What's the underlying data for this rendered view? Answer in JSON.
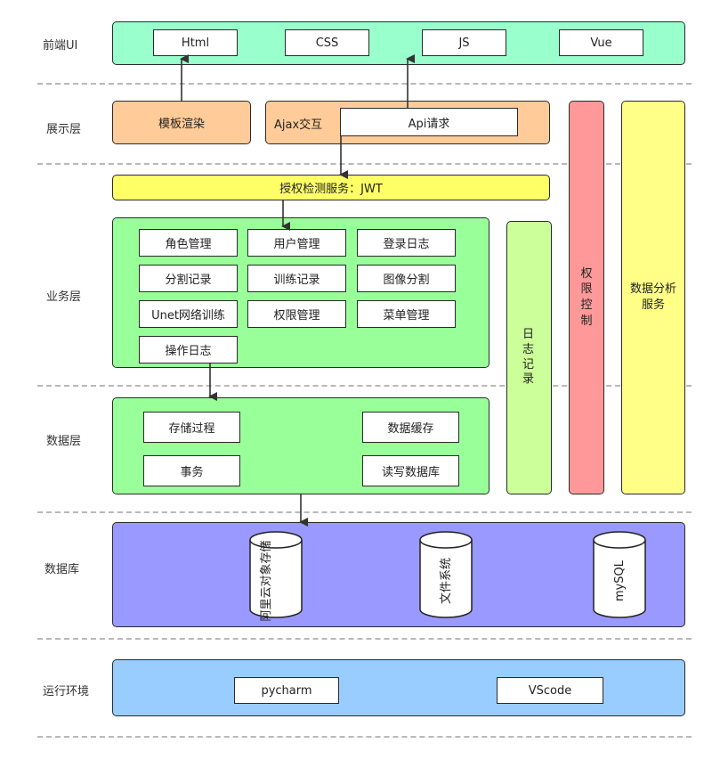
{
  "layers": {
    "frontend": "前端UI",
    "presentation": "展示层",
    "business": "业务层",
    "data": "数据层",
    "database": "数据库",
    "runtime": "运行环境"
  },
  "frontend_items": [
    "Html",
    "CSS",
    "JS",
    "Vue"
  ],
  "presentation": {
    "template_render": "模板渲染",
    "ajax": "Ajax交互",
    "api": "Api请求"
  },
  "auth_service": "授权检测服务：JWT",
  "business_modules": [
    "角色管理",
    "用户管理",
    "登录日志",
    "分割记录",
    "训练记录",
    "图像分割",
    "Unet网络训练",
    "权限管理",
    "菜单管理",
    "操作日志"
  ],
  "data_layer": [
    "存储过程",
    "数据缓存",
    "事务",
    "读写数据库"
  ],
  "databases": [
    "阿里云对象存储",
    "文件系统",
    "mySQL"
  ],
  "runtime_items": [
    "pycharm",
    "VScode"
  ],
  "side_columns": {
    "log": "日志记录",
    "permission": "权限控制",
    "analytics": "数据分析服务"
  },
  "colors": {
    "frontend_bg": "#99ffcc",
    "presentation_bg": "#ffcc99",
    "auth_bg": "#ffff66",
    "business_bg": "#99ff99",
    "log_bg": "#ccff99",
    "permission_bg": "#ff9999",
    "analytics_bg": "#ffff88",
    "database_bg": "#9999ff",
    "runtime_bg": "#99ccff"
  }
}
